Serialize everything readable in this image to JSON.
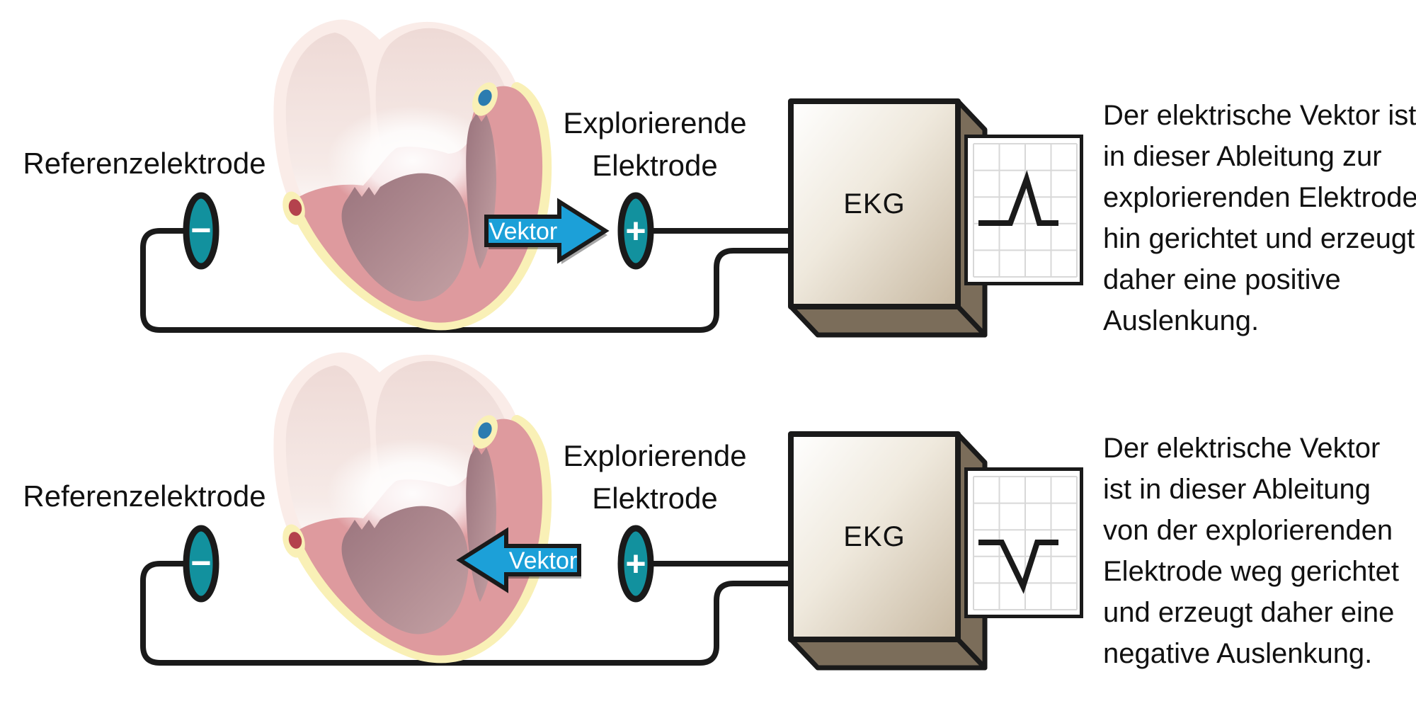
{
  "colors": {
    "electrode_teal": "#12919E",
    "arrow_blue": "#1CA0D8",
    "outline_black": "#1A1A1A",
    "box_tan": "#C7B8A1",
    "box_side_brown": "#7B6D5A",
    "heart_wall_pink": "#DE9A9E",
    "heart_inner_mauve": "#A5838C",
    "heart_fat_yellow": "#F9F0B6",
    "heart_pale": "#FAECE8",
    "red_dot": "#B4424D",
    "blue_dot": "#2B7CB0",
    "paper_grid_gray": "#D8D8D8"
  },
  "panels": [
    {
      "reference_electrode_label": "Referenzelektrode",
      "exploring_electrode_label_line1": "Explorierende",
      "exploring_electrode_label_line2": "Elektrode",
      "reference_electrode_sign": "−",
      "exploring_electrode_sign": "+",
      "vector_arrow_label": "Vektor",
      "vector_arrow_direction": "right",
      "ekg_device_label": "EKG",
      "waveform_deflection": "positive",
      "description_lines": [
        "Der elektrische Vektor ist",
        "in dieser Ableitung zur",
        "explorierenden Elektrode",
        "hin gerichtet und erzeugt",
        "daher eine positive",
        "Auslenkung."
      ]
    },
    {
      "reference_electrode_label": "Referenzelektrode",
      "exploring_electrode_label_line1": "Explorierende",
      "exploring_electrode_label_line2": "Elektrode",
      "reference_electrode_sign": "−",
      "exploring_electrode_sign": "+",
      "vector_arrow_label": "Vektor",
      "vector_arrow_direction": "left",
      "ekg_device_label": "EKG",
      "waveform_deflection": "negative",
      "description_lines": [
        "Der elektrische Vektor",
        "ist in dieser Ableitung",
        "von der explorierenden",
        "Elektrode weg gerichtet",
        "und erzeugt daher eine",
        "negative Auslenkung."
      ]
    }
  ]
}
